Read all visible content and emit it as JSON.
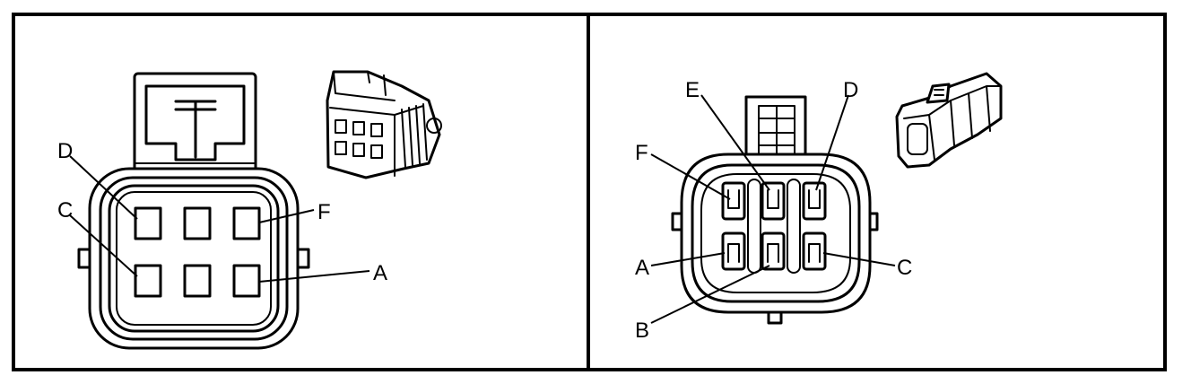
{
  "panels": [
    {
      "labels": [
        "D",
        "C",
        "F",
        "A"
      ]
    },
    {
      "labels": [
        "E",
        "D",
        "F",
        "A",
        "C",
        "B"
      ]
    }
  ],
  "colors": {
    "ink": "#000000",
    "background": "#ffffff"
  }
}
